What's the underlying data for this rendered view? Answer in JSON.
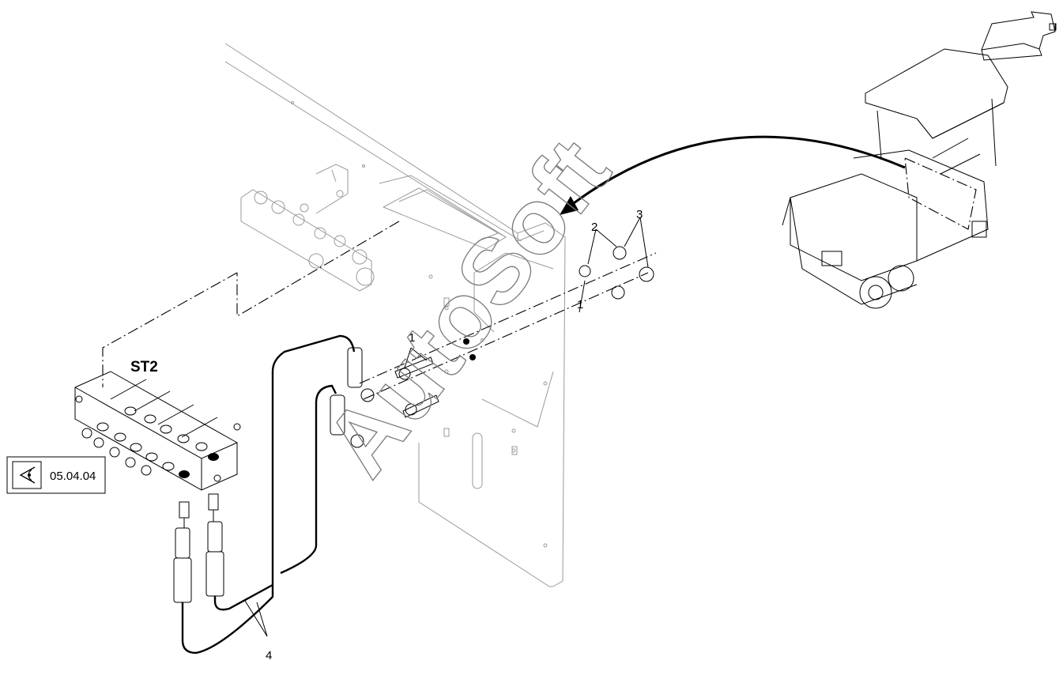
{
  "diagram": {
    "callouts": {
      "item_1_left": "1",
      "item_1_center": "1",
      "item_2": "2",
      "item_3": "3",
      "item_4": "4"
    },
    "valve_block_label": "ST2",
    "view_reference": {
      "icon": "eye-icon",
      "code": "05.04.04"
    },
    "watermark": "AutoSoft",
    "view_direction_arrow": "arrow-icon",
    "colors": {
      "line": "#000000",
      "ghost_line": "#9a9a9a",
      "watermark": "#7a7a7a"
    }
  }
}
